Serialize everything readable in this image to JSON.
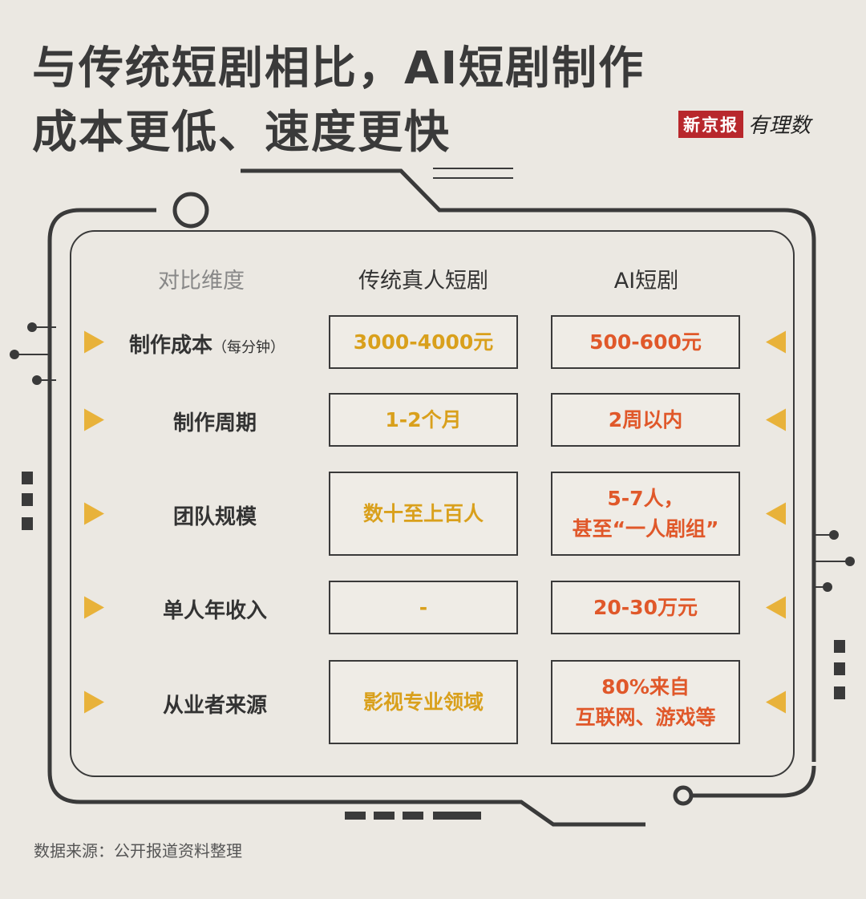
{
  "title": {
    "line1": "与传统短剧相比，AI短剧制作",
    "line2": "成本更低、速度更快"
  },
  "logo": {
    "brand": "新京报",
    "column": "有理数"
  },
  "colors": {
    "traditional": "#d9a01c",
    "ai": "#e0582a",
    "arrow": "#e8b23a",
    "background": "#ebe8e2"
  },
  "table": {
    "headers": [
      "对比维度",
      "传统真人短剧",
      "AI短剧"
    ],
    "rows": [
      {
        "label": "制作成本",
        "note": "（每分钟）",
        "traditional": "3000-4000元",
        "ai": [
          "500-600元"
        ]
      },
      {
        "label": "制作周期",
        "note": "",
        "traditional": "1-2个月",
        "ai": [
          "2周以内"
        ]
      },
      {
        "label": "团队规模",
        "note": "",
        "traditional": "数十至上百人",
        "ai": [
          "5-7人，",
          "甚至“一人剧组”"
        ]
      },
      {
        "label": "单人年收入",
        "note": "",
        "traditional": "-",
        "ai": [
          "20-30万元"
        ]
      },
      {
        "label": "从业者来源",
        "note": "",
        "traditional": "影视专业领域",
        "ai": [
          "80%来自",
          "互联网、游戏等"
        ]
      }
    ]
  },
  "source": "数据来源：公开报道资料整理"
}
